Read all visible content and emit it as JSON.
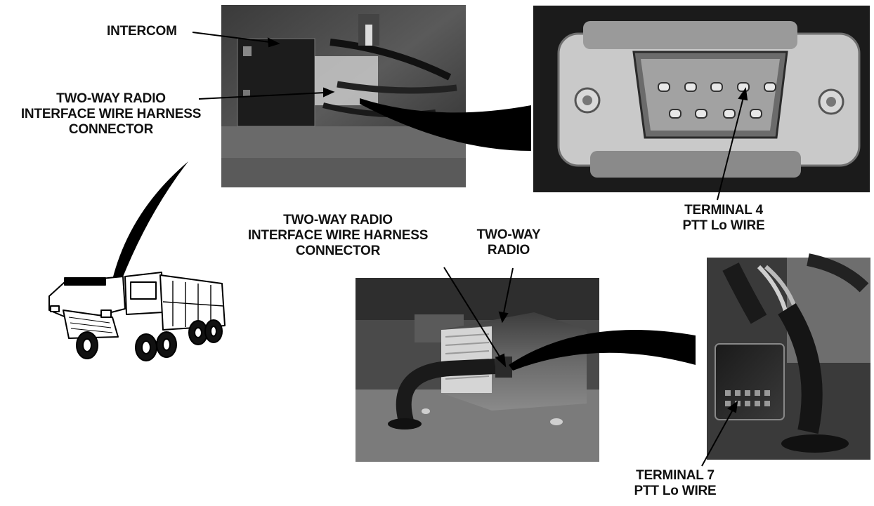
{
  "labels": {
    "intercom": "INTERCOM",
    "harness_top": [
      "TWO-WAY RADIO",
      "INTERFACE WIRE HARNESS",
      "CONNECTOR"
    ],
    "terminal4": [
      "TERMINAL 4",
      "PTT Lo WIRE"
    ],
    "harness_mid": [
      "TWO-WAY RADIO",
      "INTERFACE WIRE HARNESS",
      "CONNECTOR"
    ],
    "radio": [
      "TWO-WAY",
      "RADIO"
    ],
    "terminal7": [
      "TERMINAL 7",
      "PTT Lo WIRE"
    ]
  },
  "pictures": {
    "intercom_photo": "intercom photo",
    "connector_photo": "9-pin connector photo",
    "radio_photo": "two-way radio photo",
    "radio_connector_photo": "radio connector photo",
    "truck": "fire truck line drawing"
  },
  "colors": {
    "ink": "#111111",
    "photo_dark": "#2b2b2b",
    "photo_mid": "#6e6e6e",
    "photo_light": "#bdbdbd"
  }
}
